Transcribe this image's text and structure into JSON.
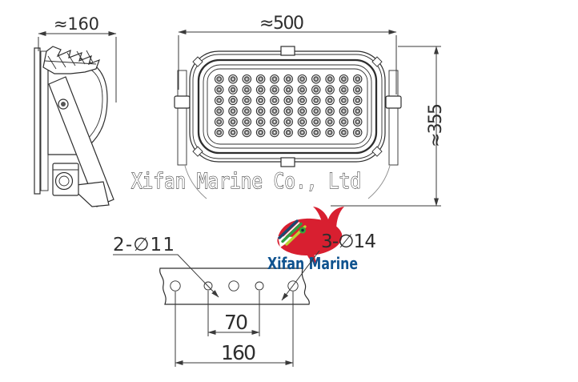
{
  "watermark": {
    "text": "Xifan Marine Co., Ltd"
  },
  "logo": {
    "brand": "Xifan Marine"
  },
  "dimensions": {
    "side_width": "≈160",
    "front_width": "≈500",
    "front_height": "≈355",
    "small_holes": "2-∅11",
    "large_holes": "3-∅14",
    "hole_span_inner": "70",
    "hole_span_outer": "160"
  },
  "led": {
    "rows": 6,
    "cols": 11
  },
  "colors": {
    "ink": "#2e2e2e",
    "whale_red": "#d81f30",
    "brand_blue": "#10538f",
    "stripe_navy": "#1b4a72",
    "stripe_green": "#2f9e41",
    "stripe_lime": "#b9d433",
    "eye_green": "#37a63c",
    "eye_dark": "#15343c"
  }
}
